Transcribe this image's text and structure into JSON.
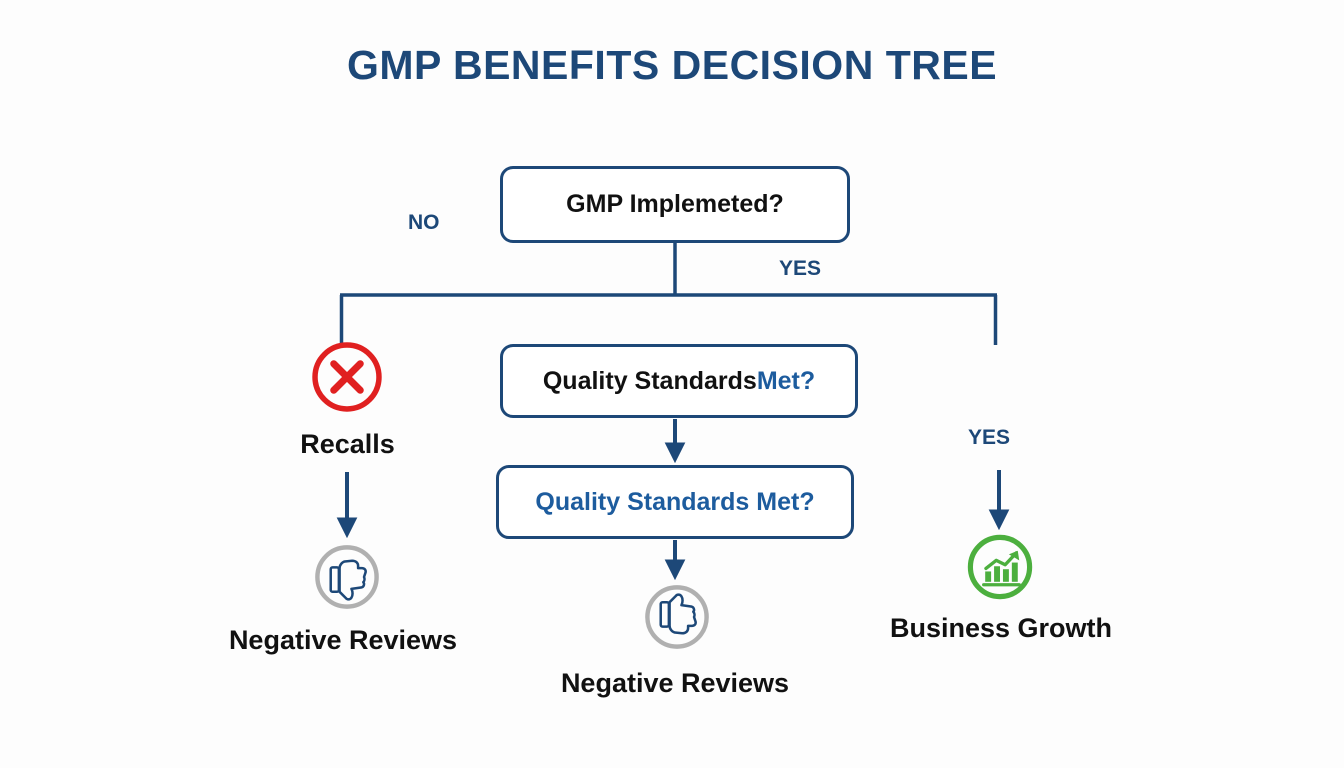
{
  "page": {
    "title": "GMP BENEFITS DECISION TREE",
    "background_color": "#fdfdfd"
  },
  "colors": {
    "navy": "#1d4878",
    "blue_text": "#1d5c9e",
    "dark_text": "#111111",
    "red": "#e02020",
    "green": "#4caf3e",
    "gray": "#b0b0b0",
    "box_fill": "#ffffff"
  },
  "nodes": {
    "root": {
      "text": "GMP Implemeted?",
      "text_color": "dark"
    },
    "question_1": {
      "text_plain": "Quality Standards",
      "text_highlight": " Met?",
      "text_color": "mixed"
    },
    "question_2": {
      "text": "Quality Standards Met?",
      "text_color": "blue"
    }
  },
  "edge_labels": {
    "no": "NO",
    "yes_top": "YES",
    "yes_right": "YES"
  },
  "outcomes": [
    {
      "id": "recalls",
      "label": "Recalls",
      "icon": "circle-x-icon",
      "icon_color": "#e02020"
    },
    {
      "id": "negative-reviews-left",
      "label": "Negative Reviews",
      "icon": "thumbs-down-icon",
      "icon_color": "#1d4878"
    },
    {
      "id": "negative-reviews-center",
      "label": "Negative Reviews",
      "icon": "thumbs-up-icon",
      "icon_color": "#1d4878"
    },
    {
      "id": "business-growth",
      "label": "Business Growth",
      "icon": "growth-chart-icon",
      "icon_color": "#4caf3e"
    }
  ]
}
